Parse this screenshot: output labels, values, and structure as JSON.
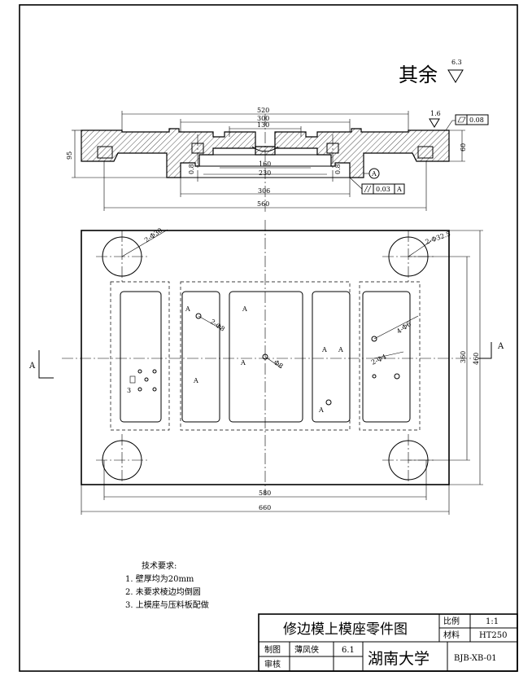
{
  "roughness": {
    "label": "其余",
    "value": "6.3"
  },
  "section": {
    "surface_finish": "1.6",
    "flatness": "0.08",
    "parallelism": "0.03",
    "datum": "A",
    "dims": {
      "d520": "520",
      "d300": "300",
      "d130": "130",
      "d160": "160",
      "d230": "230",
      "d306": "306",
      "d560": "560",
      "d95": "95",
      "d60": "60",
      "d0_8a": "0.8",
      "d0_8b": "0.8"
    }
  },
  "plan": {
    "labels": {
      "hole_tl": "2-Φ30",
      "hole_tr": "2-Φ32.5",
      "hole_mid": "2-Φ8",
      "hole_center": "Φ8",
      "hole_right1": "4-Φ6",
      "hole_right2": "2-Φ4",
      "small_3": "3"
    },
    "dims": {
      "d580": "580",
      "d660": "660",
      "d360": "360",
      "d460": "460"
    },
    "section_mark": "A"
  },
  "notes": {
    "title": "技术要求:",
    "items": [
      "1. 壁厚均为20mm",
      "2. 未要求棱边均倒圆",
      "3. 上模座与压料板配做"
    ]
  },
  "title_block": {
    "drawing_title": "修边模上模座零件图",
    "scale_label": "比例",
    "scale_value": "1:1",
    "material_label": "材料",
    "material_value": "HT250",
    "drawn_label": "制图",
    "drawn_name": "薄凤侠",
    "drawn_date": "6.1",
    "check_label": "审核",
    "school": "湖南大学",
    "drawing_no": "BJB-XB-01"
  }
}
